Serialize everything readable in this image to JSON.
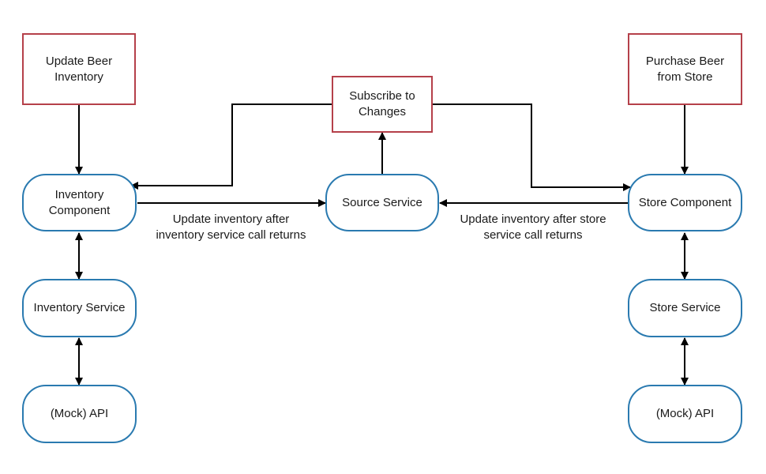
{
  "colors": {
    "action_border": "#b5404a",
    "component_border": "#2a7ab0",
    "arrow": "#000000"
  },
  "nodes": {
    "update_beer_inventory": "Update Beer\nInventory",
    "subscribe_to_changes": "Subscribe to\nChanges",
    "purchase_beer": "Purchase Beer\nfrom Store",
    "inventory_component": "Inventory\nComponent",
    "source_service": "Source Service",
    "store_component": "Store Component",
    "inventory_service": "Inventory Service",
    "store_service": "Store Service",
    "mock_api_left": "(Mock) API",
    "mock_api_right": "(Mock) API"
  },
  "edge_labels": {
    "inventory_update": "Update inventory after\ninventory service call returns",
    "store_update": "Update inventory after store\nservice call returns"
  }
}
